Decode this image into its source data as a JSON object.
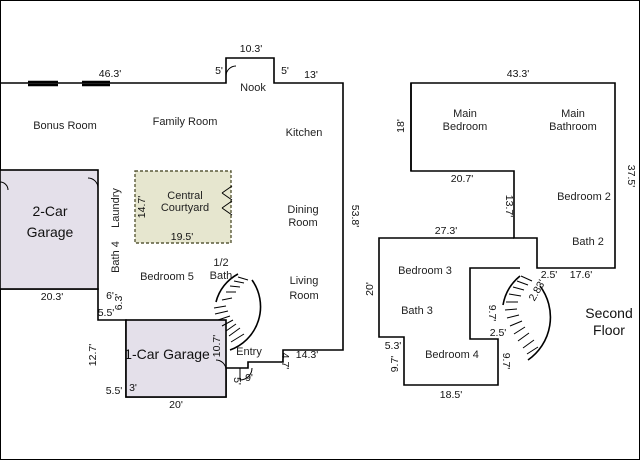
{
  "first_floor": {
    "rooms": {
      "bonus_room": "Bonus Room",
      "family_room": "Family Room",
      "kitchen": "Kitchen",
      "nook": "Nook",
      "courtyard_l1": "Central",
      "courtyard_l2": "Courtyard",
      "dining_l1": "Dining",
      "dining_l2": "Room",
      "living_l1": "Living",
      "living_l2": "Room",
      "garage2_l1": "2-Car",
      "garage2_l2": "Garage",
      "laundry": "Laundry",
      "bath4": "Bath 4",
      "bedroom5": "Bedroom 5",
      "half_bath_l1": "1/2",
      "half_bath_l2": "Bath",
      "garage1": "1-Car Garage",
      "entry": "Entry"
    },
    "dims": {
      "top_width": "46.3'",
      "nook_width": "10.3'",
      "nook_left": "5'",
      "nook_right": "5'",
      "top_right": "13'",
      "right_height": "53.8'",
      "court_height": "14.7'",
      "court_width": "19.5'",
      "garage2_width": "20.3'",
      "dim_6": "6'",
      "dim_6_3": "6.3'",
      "dim_5_5_top": "5.5'",
      "dim_12_7": "12.7'",
      "dim_10_7": "10.7'",
      "dim_5_5_bottom": "5.5'",
      "dim_3": "3'",
      "garage1_width": "20'",
      "entry_5": "5'",
      "entry_9": "9'",
      "entry_4_7": "4.7'",
      "bottom_right": "14.3'"
    }
  },
  "second_floor": {
    "label_l1": "Second",
    "label_l2": "Floor",
    "rooms": {
      "main_bedroom_l1": "Main",
      "main_bedroom_l2": "Bedroom",
      "main_bath_l1": "Main",
      "main_bath_l2": "Bathroom",
      "bedroom2": "Bedroom 2",
      "bath2": "Bath 2",
      "bedroom3": "Bedroom 3",
      "bath3": "Bath 3",
      "bedroom4": "Bedroom 4"
    },
    "dims": {
      "top_width": "43.3'",
      "left_18": "18'",
      "dim_20_7": "20.7'",
      "dim_13_7": "13.7'",
      "right_height": "37.5'",
      "dim_27_3": "27.3'",
      "dim_2_5_top": "2.5'",
      "dim_17_6": "17.6'",
      "dim_2_83": "2.83'",
      "left_20": "20'",
      "dim_9_7_stair": "9.7'",
      "dim_2_5_stair": "2.5'",
      "dim_5_3": "5.3'",
      "dim_9_7_left": "9.7'",
      "dim_9_7_right": "9.7'",
      "bottom_width": "18.5'"
    }
  }
}
